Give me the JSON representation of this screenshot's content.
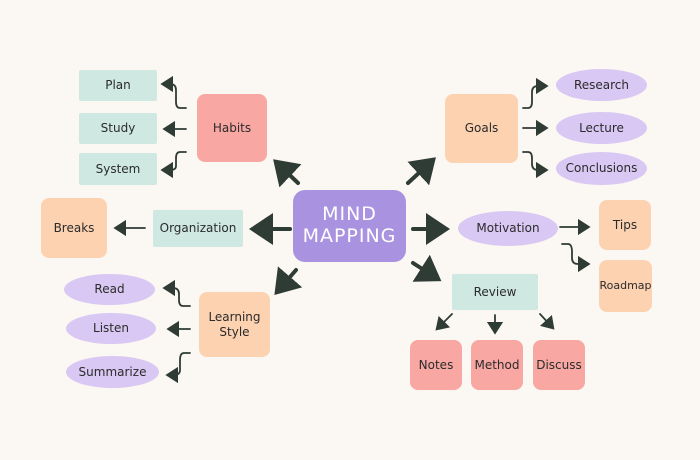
{
  "colors": {
    "center": "#a993e0",
    "mint": "#cfe9e2",
    "pink": "#f8a7a2",
    "peach": "#fcd2b1",
    "lavender": "#d9c8f3",
    "arrow": "#2f3b35",
    "background": "#fbf7f2"
  },
  "center": {
    "line1": "MIND",
    "line2": "MAPPING"
  },
  "nodes": {
    "habits": "Habits",
    "plan": "Plan",
    "study": "Study",
    "system": "System",
    "organization": "Organization",
    "breaks": "Breaks",
    "learning_style": "Learning\nStyle",
    "read": "Read",
    "listen": "Listen",
    "summarize": "Summarize",
    "goals": "Goals",
    "research": "Research",
    "lecture": "Lecture",
    "conclusions": "Conclusions",
    "motivation": "Motivation",
    "tips": "Tips",
    "roadmap": "Roadmap",
    "review": "Review",
    "notes": "Notes",
    "method": "Method",
    "discuss": "Discuss"
  }
}
